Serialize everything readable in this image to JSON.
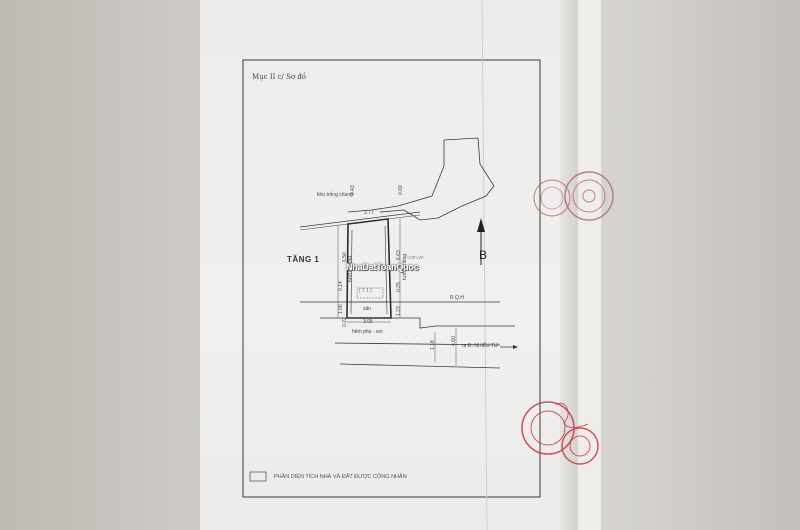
{
  "page": {
    "section_label": "Mục II c/ Sơ đồ",
    "floor_label": "TẦNG 1",
    "north_arrow_label": "B",
    "legend_text": "PHẦN DIỆN TÍCH NHÀ VÀ ĐẤT ĐƯỢC CÔNG NHẬN"
  },
  "plan": {
    "labels": {
      "common_space": "khu trống chung",
      "wall_left": "tường riêng",
      "wall_right": "tường riêng",
      "yard": "sân",
      "alley": "hẻm phụ - xm",
      "road": "ra Đ. NHIÊU TỨ",
      "setback": "R.Q.H",
      "room_mark": "[ T 1 ]"
    },
    "dimensions": {
      "top_width": "2.77",
      "bottom_width": "3.05",
      "top_left": "0.43",
      "top_right": "0.69",
      "side_left": "6.50",
      "side_right": "6.63",
      "mid_left": "0.14",
      "mid_right": "0.25",
      "low_left": "1.06",
      "low_right": "1.23",
      "corner": "0.22",
      "alley_depth": "1.18",
      "road_width": "4.60"
    }
  },
  "watermark": {
    "brand": "NhaDatToanQuoc",
    "domain": ".com.vn"
  },
  "colors": {
    "paper": "#efedea",
    "line": "#3a3a3a",
    "stamp_red": "#c43c46"
  }
}
